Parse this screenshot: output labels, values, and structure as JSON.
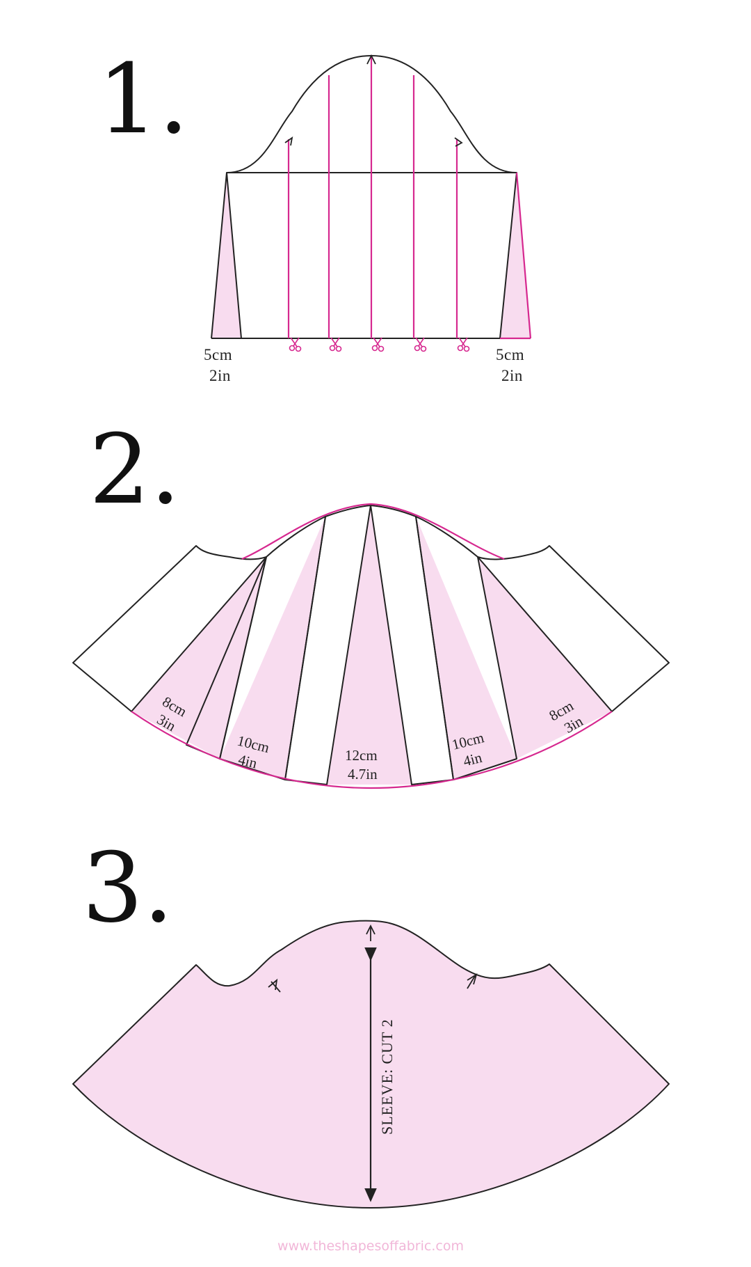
{
  "steps": [
    {
      "number": "1.",
      "left_measure": {
        "metric": "5cm",
        "imperial": "2in"
      },
      "right_measure": {
        "metric": "5cm",
        "imperial": "2in"
      }
    },
    {
      "number": "2.",
      "wedges": [
        {
          "metric": "8cm",
          "imperial": "3in"
        },
        {
          "metric": "10cm",
          "imperial": "4in"
        },
        {
          "metric": "12cm",
          "imperial": "4.7in"
        },
        {
          "metric": "10cm",
          "imperial": "4in"
        },
        {
          "metric": "8cm",
          "imperial": "3in"
        }
      ]
    },
    {
      "number": "3.",
      "grainline_label": "SLEEVE: CUT 2"
    }
  ],
  "footer": "www.theshapesoffabric.com",
  "colors": {
    "accent_pink": "#d6288f",
    "fill_pink": "#f8dcef",
    "outline": "#222222"
  },
  "icons": [
    "scissors-icon",
    "notch-arrow-icon",
    "grainline-arrow-icon"
  ]
}
